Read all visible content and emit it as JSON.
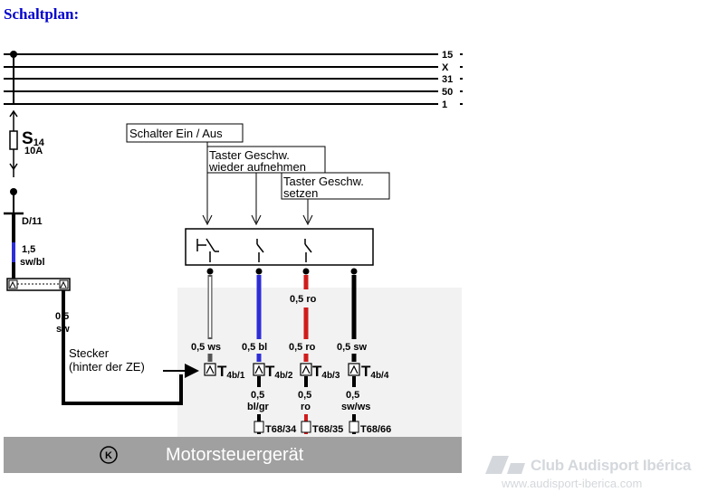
{
  "page_title": "Schaltplan:",
  "buses": [
    "15",
    "X",
    "31",
    "50",
    "1"
  ],
  "fuse": {
    "name": "S",
    "number": "14",
    "rating": "10A"
  },
  "connector_d11": "D/11",
  "left_wire_1": {
    "size": "1,5",
    "color": "sw/bl"
  },
  "left_wire_2": {
    "size": "0,5",
    "color": "sw"
  },
  "callouts": {
    "switch_on_off": "Schalter Ein / Aus",
    "resume_line1": "Taster Geschw.",
    "resume_line2": "wieder aufnehmen",
    "set_line1": "Taster Geschw.",
    "set_line2": "setzen"
  },
  "plug_label_line1": "Stecker",
  "plug_label_line2": "(hinter der ZE)",
  "red_upper_label": "0,5 ro",
  "wire_labels_upper": [
    "0,5 ws",
    "0,5 bl",
    "0,5 ro",
    "0,5 sw"
  ],
  "pins": [
    {
      "main": "T",
      "sub": "4b/1"
    },
    {
      "main": "T",
      "sub": "4b/2"
    },
    {
      "main": "T",
      "sub": "4b/3"
    },
    {
      "main": "T",
      "sub": "4b/4"
    }
  ],
  "lower_sizes": [
    "0,5",
    "0,5",
    "0,5"
  ],
  "lower_colors": [
    "bl/gr",
    "ro",
    "sw/ws"
  ],
  "ecu_pins": [
    "T68/34",
    "T68/35",
    "T68/66"
  ],
  "ecu_symbol": "K",
  "ecu_name": "Motorsteuergerät",
  "watermark_name": "Club Audisport Ibérica",
  "watermark_url": "www.audisport-iberica.com",
  "colors": {
    "title": "#0000cc",
    "wire_blue": "#2d2dd6",
    "wire_red": "#d01c1c",
    "ecu_band": "#a0a0a0",
    "watermark": "#d4d8dc"
  }
}
